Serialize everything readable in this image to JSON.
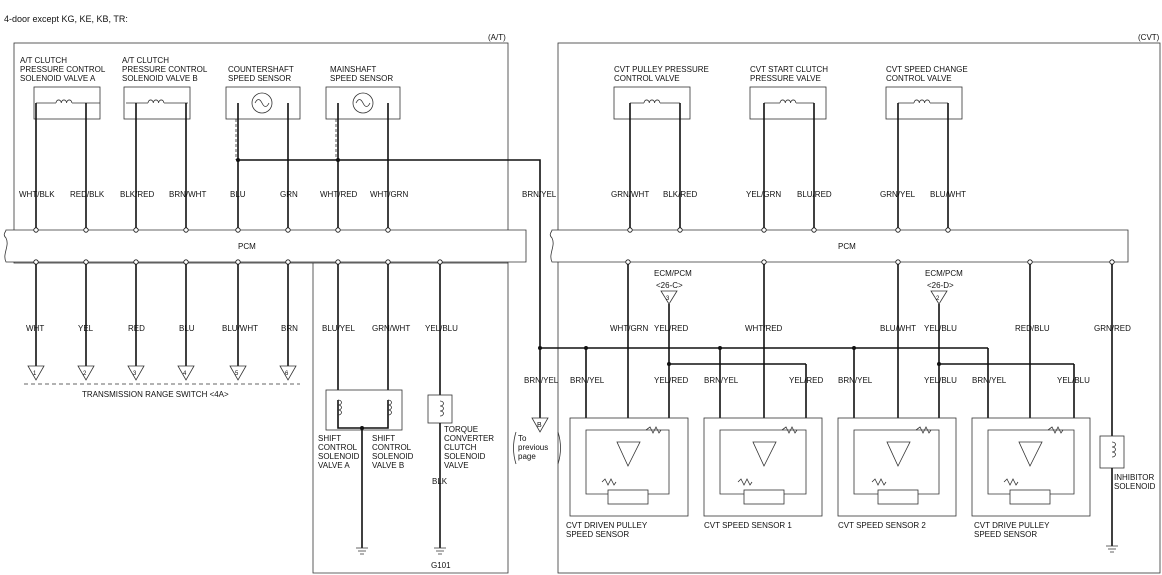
{
  "header": {
    "title": "4-door except KG, KE, KB, TR:"
  },
  "sections": {
    "at": "(A/T)",
    "cvt": "(CVT)"
  },
  "pcm_label": "PCM",
  "at_components": [
    {
      "lines": [
        "A/T CLUTCH",
        "PRESSURE CONTROL",
        "SOLENOID VALVE A"
      ]
    },
    {
      "lines": [
        "A/T CLUTCH",
        "PRESSURE CONTROL",
        "SOLENOID VALVE B"
      ]
    },
    {
      "lines": [
        "COUNTERSHAFT",
        "SPEED SENSOR"
      ]
    },
    {
      "lines": [
        "MAINSHAFT",
        "SPEED SENSOR"
      ]
    }
  ],
  "at_top_wires": [
    "WHT/BLK",
    "RED/BLK",
    "BLK/RED",
    "BRN/WHT",
    "BLU",
    "GRN",
    "WHT/RED",
    "WHT/GRN"
  ],
  "range_wires": [
    "WHT",
    "YEL",
    "RED",
    "BLU",
    "BLU/WHT",
    "BRN"
  ],
  "range_pins": [
    "1",
    "2",
    "3",
    "4",
    "5",
    "6"
  ],
  "range_switch_label": "TRANSMISSION RANGE SWITCH <4A>",
  "shift_wires": [
    "BLU/YEL",
    "GRN/WHT",
    "YEL/BLU"
  ],
  "shift_components": [
    {
      "lines": [
        "SHIFT",
        "CONTROL",
        "SOLENOID",
        "VALVE A"
      ]
    },
    {
      "lines": [
        "SHIFT",
        "CONTROL",
        "SOLENOID",
        "VALVE B"
      ]
    },
    {
      "lines": [
        "TORQUE",
        "CONVERTER",
        "CLUTCH",
        "SOLENOID",
        "VALVE"
      ]
    }
  ],
  "blk_label": "BLK",
  "ground_label": "G101",
  "crossover": {
    "wire_top": "BRN/YEL",
    "wire_bottom": "BRN/YEL",
    "connector": "B",
    "note_lines": [
      "To",
      "previous",
      "page"
    ]
  },
  "cvt_components": [
    {
      "lines": [
        "CVT PULLEY PRESSURE",
        "CONTROL VALVE"
      ]
    },
    {
      "lines": [
        "CVT START CLUTCH",
        "PRESSURE VALVE"
      ]
    },
    {
      "lines": [
        "CVT SPEED CHANGE",
        "CONTROL VALVE"
      ]
    }
  ],
  "cvt_top_wires": [
    "GRN/WHT",
    "BLK/RED",
    "YEL/GRN",
    "BLU/RED",
    "GRN/YEL",
    "BLU/WHT"
  ],
  "cvt_bottom_wires": [
    "WHT/GRN",
    "YEL/RED",
    "WHT/RED",
    "BLU/WHT",
    "YEL/BLU",
    "RED/BLU",
    "GRN/RED"
  ],
  "ecm_refs": [
    {
      "name": "ECM/PCM",
      "code": "<26-C>",
      "pin": "3"
    },
    {
      "name": "ECM/PCM",
      "code": "<26-D>",
      "pin": "2"
    }
  ],
  "sensor_wires": {
    "left": [
      "BRN/YEL",
      "BRN/YEL",
      "BRN/YEL",
      "BRN/YEL"
    ],
    "right": [
      "YEL/RED",
      "YEL/RED",
      "YEL/BLU",
      "YEL/BLU"
    ]
  },
  "cvt_sensors": [
    {
      "lines": [
        "CVT DRIVEN PULLEY",
        "SPEED SENSOR"
      ]
    },
    {
      "lines": [
        "CVT SPEED SENSOR 1"
      ]
    },
    {
      "lines": [
        "CVT SPEED SENSOR 2"
      ]
    },
    {
      "lines": [
        "CVT DRIVE PULLEY",
        "SPEED SENSOR"
      ]
    }
  ],
  "inhibitor": {
    "lines": [
      "INHIBITOR",
      "SOLENOID"
    ]
  }
}
